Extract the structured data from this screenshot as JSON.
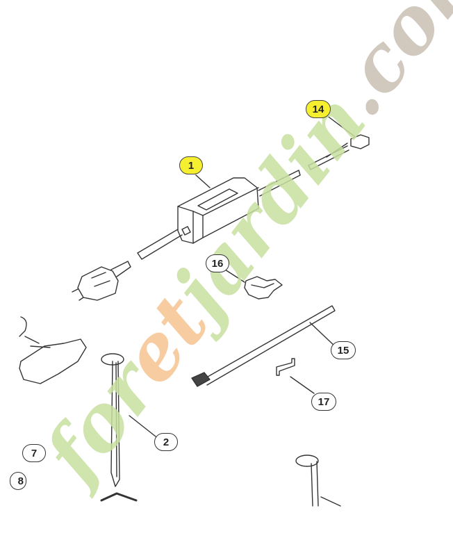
{
  "diagram": {
    "type": "exploded-parts-diagram",
    "watermark": {
      "text": "foretjardin.com",
      "parts": [
        "for",
        "et",
        "jardin",
        ".com"
      ],
      "colors": {
        "green": "#c8e0a0",
        "orange": "#f6c490",
        "gray": "#c9bfb3"
      }
    },
    "colors": {
      "highlight": "#f5ef30",
      "line": "#333333",
      "background": "#ffffff"
    },
    "callouts": [
      {
        "id": "1",
        "label": "1",
        "highlighted": true,
        "part": "power-supply-transformer"
      },
      {
        "id": "14",
        "label": "14",
        "highlighted": true,
        "part": "low-voltage-connector"
      },
      {
        "id": "16",
        "label": "16",
        "highlighted": false,
        "part": "wire-splice-connector"
      },
      {
        "id": "15",
        "label": "15",
        "highlighted": false,
        "part": "connection-cable"
      },
      {
        "id": "17",
        "label": "17",
        "highlighted": false,
        "part": "clip"
      },
      {
        "id": "2",
        "label": "2",
        "highlighted": false,
        "part": "peg"
      },
      {
        "id": "7",
        "label": "7",
        "highlighted": false,
        "part": "plug-partial"
      },
      {
        "id": "8",
        "label": "8",
        "highlighted": false,
        "part": "partially-cropped"
      }
    ]
  }
}
